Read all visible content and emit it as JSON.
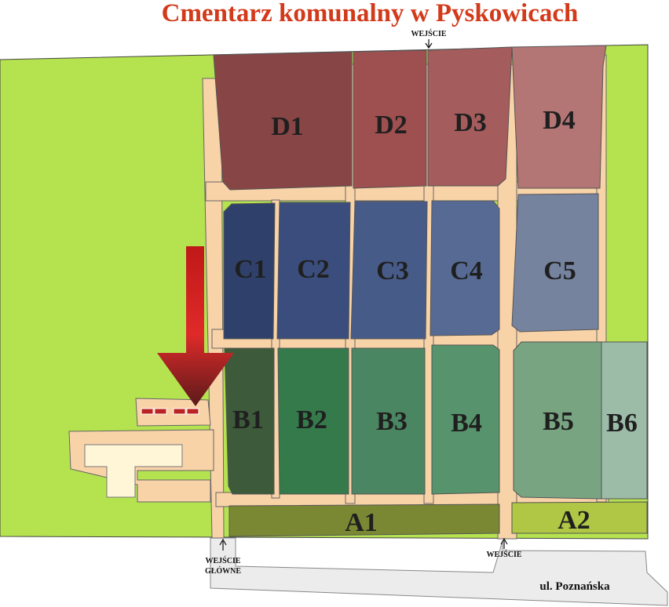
{
  "title": "Cmentarz komunalny w Pyskowicach",
  "sections": {
    "D1": "D1",
    "D2": "D2",
    "D3": "D3",
    "D4": "D4",
    "C1": "C1",
    "C2": "C2",
    "C3": "C3",
    "C4": "C4",
    "C5": "C5",
    "B1": "B1",
    "B2": "B2",
    "B3": "B3",
    "B4": "B4",
    "B5": "B5",
    "B6": "B6",
    "A1": "A1",
    "A2": "A2"
  },
  "entrances": {
    "top": "WEJŚCIE",
    "main_line1": "WEJŚCIE",
    "main_line2": "GŁÓWNE",
    "bottom": "WEJŚCIE"
  },
  "street": "ul. Poznańska",
  "colors": {
    "grass": "#b5e34f",
    "path": "#f9d3a8",
    "title": "#d23a1a",
    "arrow": "#c01818",
    "D1": "#874545",
    "D2": "#9e4f4f",
    "D3": "#a45c5c",
    "D4": "#b47575",
    "C1": "#2f416b",
    "C2": "#3a4d7c",
    "C3": "#475b89",
    "C4": "#566a94",
    "C5": "#76839f",
    "B1": "#3d5a3a",
    "B2": "#347a4b",
    "B3": "#4a8661",
    "B4": "#57936c",
    "B5": "#78a482",
    "B6": "#9dbca8",
    "A1": "#7a8833",
    "A2": "#b0c645",
    "street_fill": "#ececec"
  }
}
